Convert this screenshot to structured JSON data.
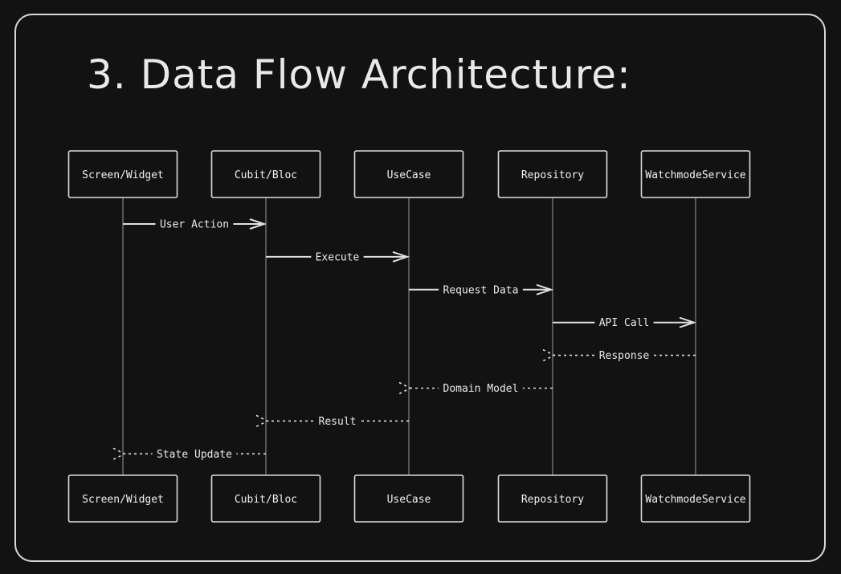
{
  "title": "3. Data Flow Architecture:",
  "participants": [
    "Screen/Widget",
    "Cubit/Bloc",
    "UseCase",
    "Repository",
    "WatchmodeService"
  ],
  "messages": [
    {
      "from": 0,
      "to": 1,
      "label": "User Action",
      "style": "solid"
    },
    {
      "from": 1,
      "to": 2,
      "label": "Execute",
      "style": "solid"
    },
    {
      "from": 2,
      "to": 3,
      "label": "Request Data",
      "style": "solid"
    },
    {
      "from": 3,
      "to": 4,
      "label": "API Call",
      "style": "solid"
    },
    {
      "from": 4,
      "to": 3,
      "label": "Response",
      "style": "dashed"
    },
    {
      "from": 3,
      "to": 2,
      "label": "Domain Model",
      "style": "dashed"
    },
    {
      "from": 2,
      "to": 1,
      "label": "Result",
      "style": "dashed"
    },
    {
      "from": 1,
      "to": 0,
      "label": "State Update",
      "style": "dashed"
    }
  ],
  "colors": {
    "background": "#121212",
    "stroke": "#dcdcdc",
    "text": "#e6e6e6"
  }
}
